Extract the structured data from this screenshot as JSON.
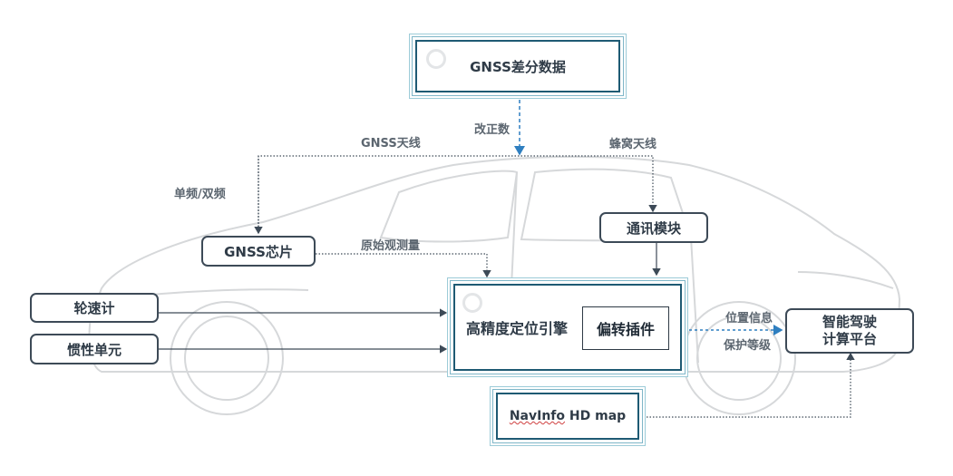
{
  "nodes": {
    "gnss_diff": "GNSS差分数据",
    "gnss_chip": "GNSS芯片",
    "comm_module": "通讯模块",
    "wheel_speed": "轮速计",
    "imu": "惯性单元",
    "engine": "高精度定位引擎",
    "bias_plugin": "偏转插件",
    "platform_line1": "智能驾驶",
    "platform_line2": "计算平台",
    "hdmap_prefix": "NavInfo",
    "hdmap_suffix": " HD map"
  },
  "labels": {
    "correction": "改正数",
    "gnss_antenna": "GNSS天线",
    "cell_antenna": "蜂窝天线",
    "freq": "单频/双频",
    "raw_obs": "原始观测量",
    "position_info": "位置信息",
    "protection_level": "保护等级"
  },
  "colors": {
    "box_border": "#3d4a57",
    "accent_border": "#1e5a73",
    "accent_outline": "#9ccbd8",
    "dashed_arrow": "#2f7fc0",
    "car_outline": "#d6d8da"
  }
}
